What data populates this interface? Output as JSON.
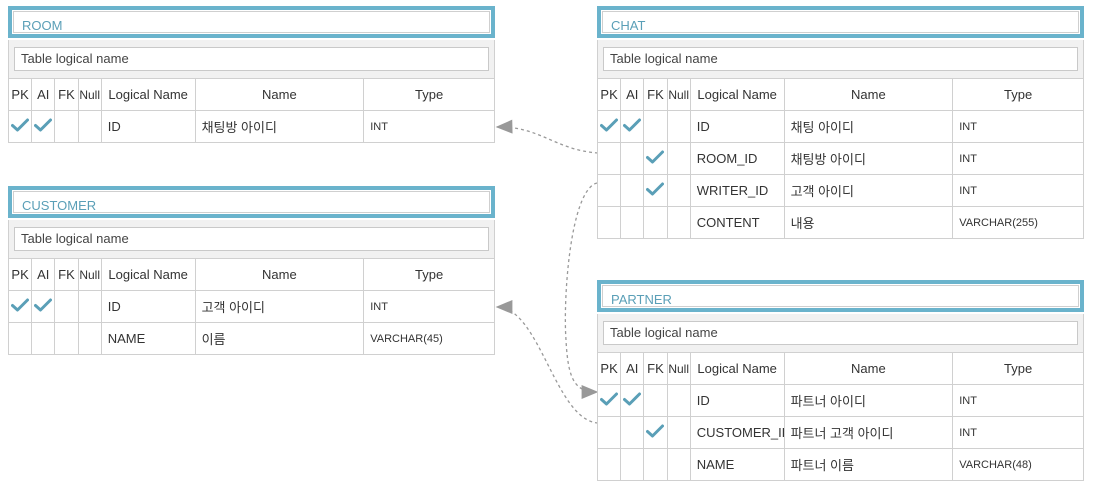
{
  "headers": {
    "pk": "PK",
    "ai": "AI",
    "fk": "FK",
    "null": "Null",
    "logical_name": "Logical Name",
    "name": "Name",
    "type": "Type"
  },
  "logical_placeholder": "Table logical name",
  "colors": {
    "accent": "#6ab3cc",
    "check": "#5a9fb7",
    "line": "#999999"
  },
  "entities": {
    "room": {
      "title": "ROOM",
      "columns": [
        {
          "pk": true,
          "ai": true,
          "fk": false,
          "logical": "ID",
          "name": "채팅방 아이디",
          "type": "INT"
        }
      ]
    },
    "customer": {
      "title": "CUSTOMER",
      "columns": [
        {
          "pk": true,
          "ai": true,
          "fk": false,
          "logical": "ID",
          "name": "고객 아이디",
          "type": "INT"
        },
        {
          "pk": false,
          "ai": false,
          "fk": false,
          "logical": "NAME",
          "name": "이름",
          "type": "VARCHAR(45)"
        }
      ]
    },
    "chat": {
      "title": "CHAT",
      "columns": [
        {
          "pk": true,
          "ai": true,
          "fk": false,
          "logical": "ID",
          "name": "채팅 아이디",
          "type": "INT"
        },
        {
          "pk": false,
          "ai": false,
          "fk": true,
          "logical": "ROOM_ID",
          "name": "채팅방 아이디",
          "type": "INT"
        },
        {
          "pk": false,
          "ai": false,
          "fk": true,
          "logical": "WRITER_ID",
          "name": "고객 아이디",
          "type": "INT"
        },
        {
          "pk": false,
          "ai": false,
          "fk": false,
          "logical": "CONTENT",
          "name": "내용",
          "type": "VARCHAR(255)"
        }
      ]
    },
    "partner": {
      "title": "PARTNER",
      "columns": [
        {
          "pk": true,
          "ai": true,
          "fk": false,
          "logical": "ID",
          "name": "파트너 아이디",
          "type": "INT"
        },
        {
          "pk": false,
          "ai": false,
          "fk": true,
          "logical": "CUSTOMER_ID",
          "name": "파트너 고객 아이디",
          "type": "INT"
        },
        {
          "pk": false,
          "ai": false,
          "fk": false,
          "logical": "NAME",
          "name": "파트너 이름",
          "type": "VARCHAR(48)"
        }
      ]
    }
  }
}
